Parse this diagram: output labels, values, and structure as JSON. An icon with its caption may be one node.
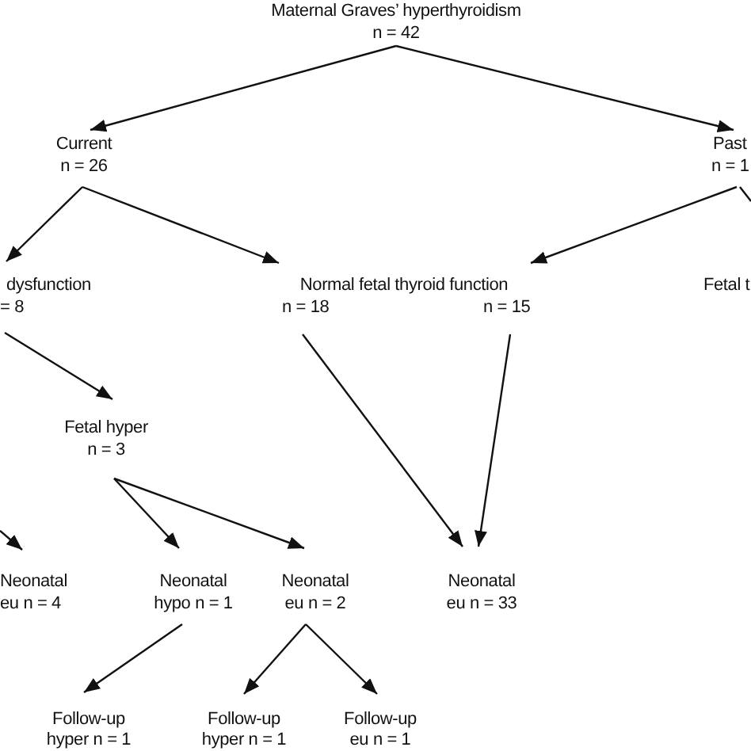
{
  "diagram": {
    "nodes": [
      {
        "text": [
          "Maternal Graves’ hyperthyroidism",
          "n = 42"
        ]
      },
      {
        "text": [
          "Current",
          "n = 26"
        ]
      },
      {
        "text": [
          "Past",
          "n = 1"
        ]
      },
      {
        "text": [
          "dysfunction",
          "= 8"
        ]
      },
      {
        "text": [
          "Normal fetal thyroid function",
          "n = 18",
          "n = 15"
        ]
      },
      {
        "text": [
          "Fetal t"
        ]
      },
      {
        "text": [
          "Fetal hyper",
          "n = 3"
        ]
      },
      {
        "text": [
          "Neonatal eu n = 4"
        ]
      },
      {
        "text": [
          "Neonatal hypo n = 1"
        ]
      },
      {
        "text": [
          "Neonatal eu n = 2"
        ]
      },
      {
        "text": [
          "Neonatal eu n = 33"
        ]
      },
      {
        "text": [
          "Follow-up hyper n = 1"
        ]
      },
      {
        "text": [
          "Follow-up hyper n = 1"
        ]
      },
      {
        "text": [
          "Follow-up eu n = 1"
        ]
      }
    ],
    "edges": [
      {
        "from": 0,
        "to": 1,
        "arrow": "to"
      },
      {
        "from": 0,
        "to": 2,
        "arrow": "to"
      },
      {
        "from": 1,
        "to": 3,
        "arrow": "to"
      },
      {
        "from": 1,
        "to": 4,
        "arrow": "to"
      },
      {
        "from": 2,
        "to": 4,
        "arrow": "to"
      },
      {
        "from": 2,
        "to": null,
        "arrow": "none"
      },
      {
        "from": 3,
        "to": 6,
        "arrow": "to"
      },
      {
        "from": null,
        "to": 7,
        "arrow": "to"
      },
      {
        "from": 6,
        "to": 8,
        "arrow": "to"
      },
      {
        "from": 6,
        "to": 9,
        "arrow": "to"
      },
      {
        "from": 4,
        "to": 10,
        "arrow": "to"
      },
      {
        "from": 4,
        "to": 10,
        "arrow": "to"
      },
      {
        "from": 8,
        "to": 11,
        "arrow": "to"
      },
      {
        "from": 9,
        "to": 12,
        "arrow": "to"
      },
      {
        "from": 9,
        "to": 13,
        "arrow": "to"
      }
    ]
  }
}
